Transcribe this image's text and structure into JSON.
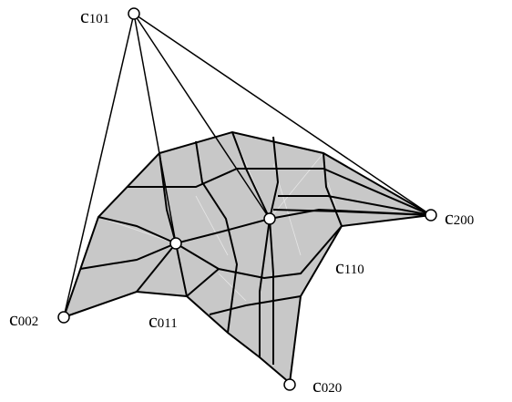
{
  "figure": {
    "control_points": [
      {
        "id": "c101",
        "letter": "c",
        "index": "101"
      },
      {
        "id": "c200",
        "letter": "c",
        "index": "200"
      },
      {
        "id": "c002",
        "letter": "c",
        "index": "002"
      },
      {
        "id": "c020",
        "letter": "c",
        "index": "020"
      },
      {
        "id": "c110",
        "letter": "c",
        "index": "110"
      },
      {
        "id": "c011",
        "letter": "c",
        "index": "011"
      }
    ],
    "surface_fill": "#c8c8c8",
    "stroke_color": "#000000"
  }
}
